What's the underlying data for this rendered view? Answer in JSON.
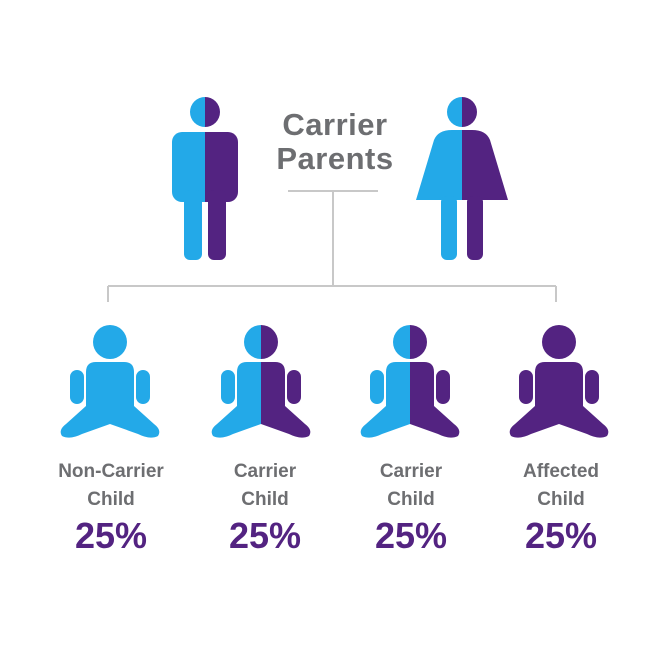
{
  "title": {
    "line1": "Carrier",
    "line2": "Parents"
  },
  "colors": {
    "light_blue": "#23a9e8",
    "purple": "#532381",
    "gray_text": "#6d6e71",
    "connector": "#c8c8c8"
  },
  "parents": [
    {
      "icon": "male-figure-icon",
      "fill": "half"
    },
    {
      "icon": "female-figure-icon",
      "fill": "half"
    }
  ],
  "children": [
    {
      "line1": "Non-Carrier",
      "line2": "Child",
      "percent": "25%",
      "fill": "blue"
    },
    {
      "line1": "Carrier",
      "line2": "Child",
      "percent": "25%",
      "fill": "half"
    },
    {
      "line1": "Carrier",
      "line2": "Child",
      "percent": "25%",
      "fill": "half"
    },
    {
      "line1": "Affected",
      "line2": "Child",
      "percent": "25%",
      "fill": "purple"
    }
  ]
}
